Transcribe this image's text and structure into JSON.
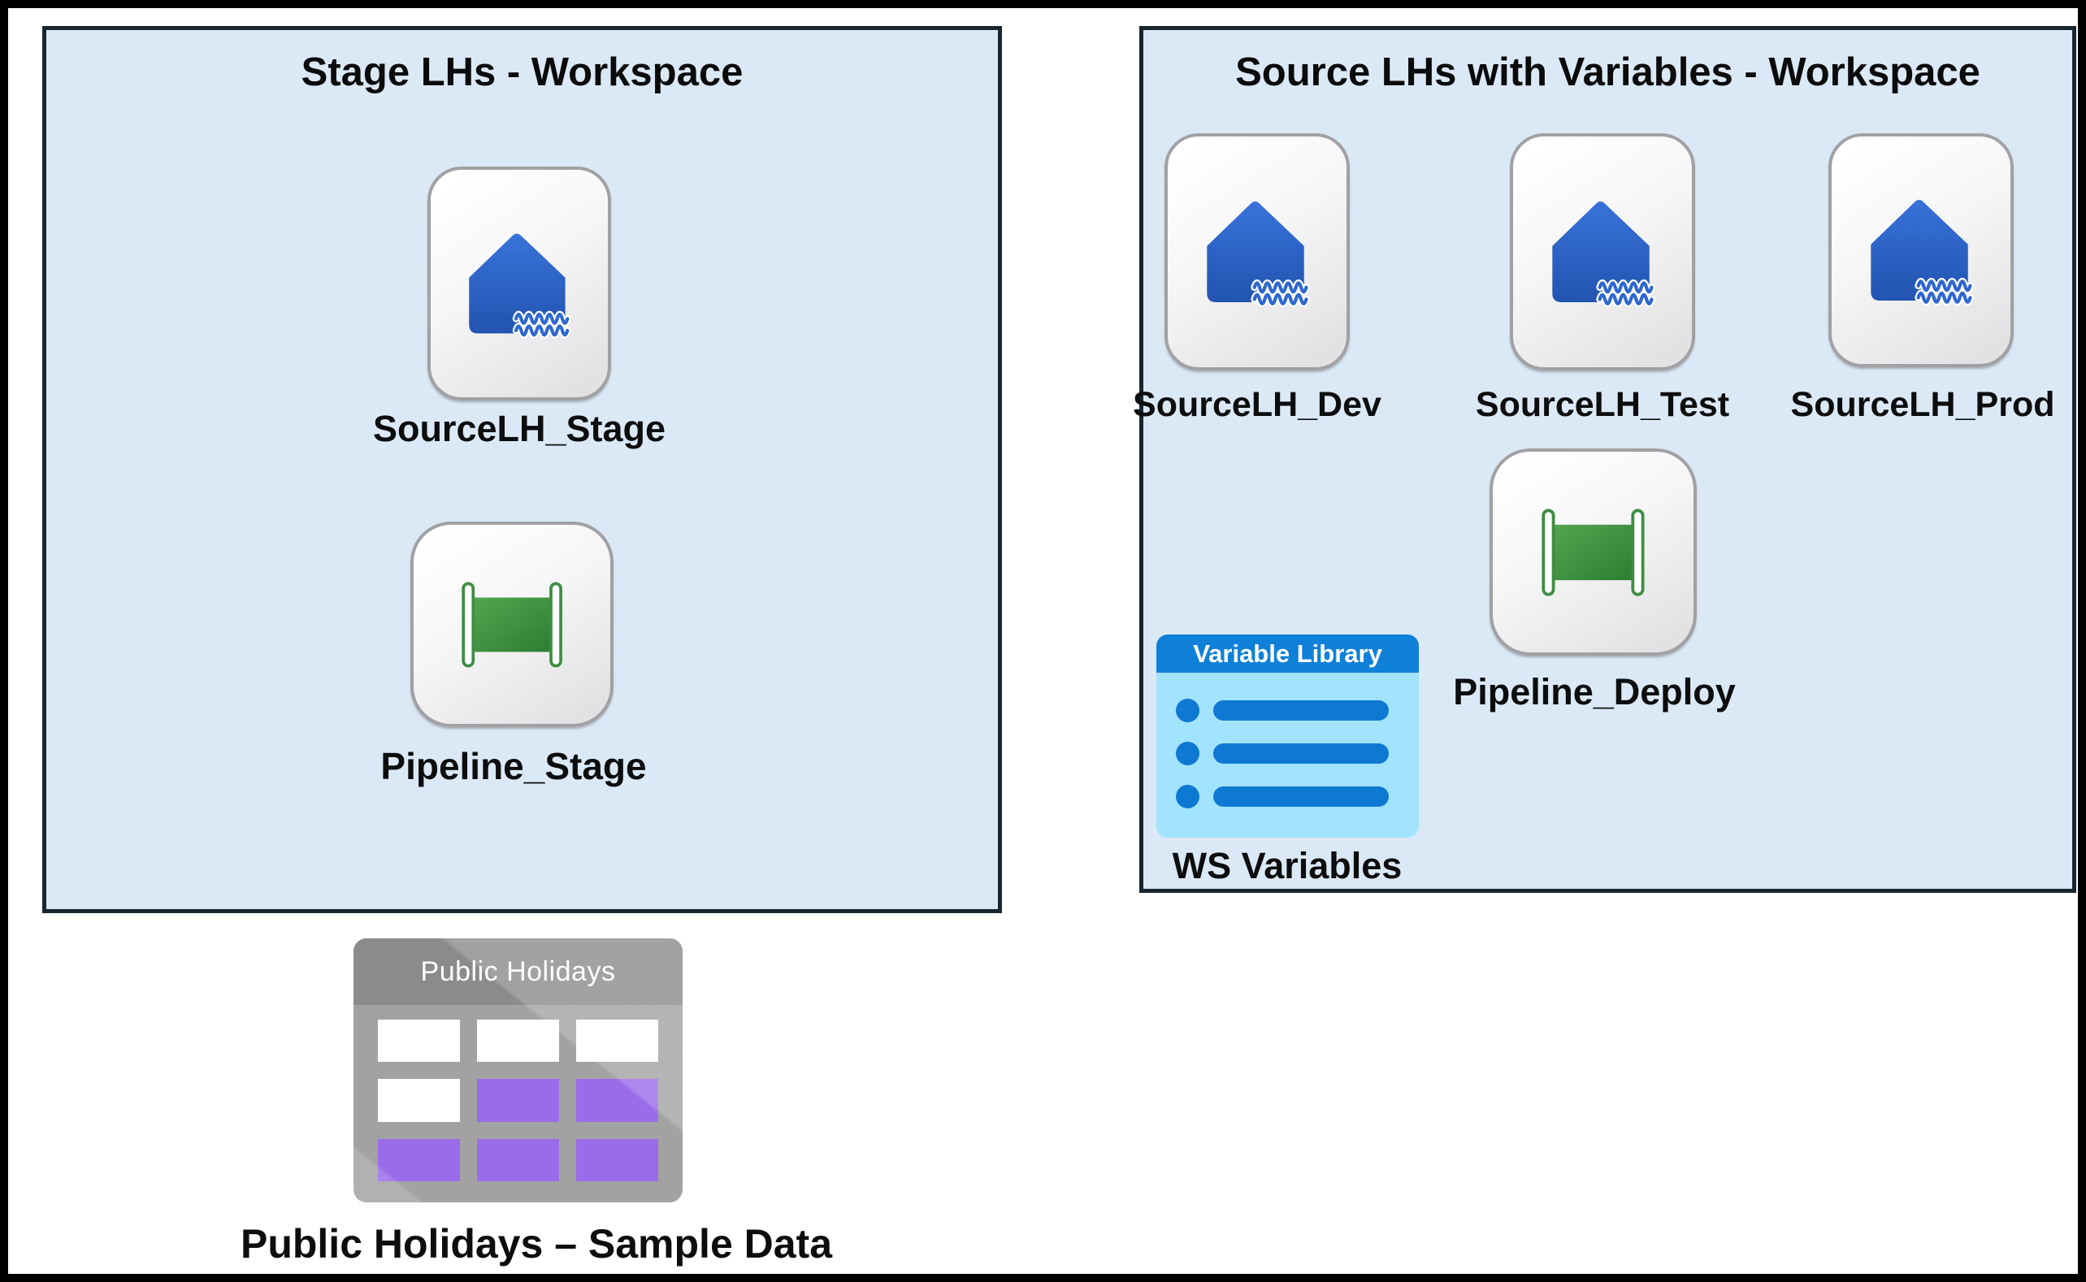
{
  "left_workspace": {
    "title": "Stage LHs - Workspace",
    "items": [
      {
        "type": "lakehouse",
        "label": "SourceLH_Stage"
      },
      {
        "type": "pipeline",
        "label": "Pipeline_Stage"
      }
    ]
  },
  "right_workspace": {
    "title": "Source LHs with Variables - Workspace",
    "lakehouses": [
      {
        "label": "SourceLH_Dev"
      },
      {
        "label": "SourceLH_Test"
      },
      {
        "label": "SourceLH_Prod"
      }
    ],
    "pipeline": {
      "label": "Pipeline_Deploy"
    },
    "variable_library": {
      "icon_header": "Variable Library",
      "label": "WS Variables",
      "row_count": 3
    }
  },
  "sample_data": {
    "icon_header": "Public Holidays",
    "label": "Public Holidays – Sample Data",
    "grid_pattern": [
      [
        "white",
        "white",
        "white"
      ],
      [
        "white",
        "purple",
        "purple"
      ],
      [
        "purple",
        "purple",
        "purple"
      ]
    ]
  },
  "icons": {
    "lakehouse": "house-with-water-waves",
    "pipeline": "pipeline-scroll",
    "variable_library": "list-panel",
    "sample_table": "table-grid"
  },
  "colors": {
    "workspace_fill": "#dbe9f7",
    "workspace_border": "#17262f",
    "lakehouse_blue_top": "#3872da",
    "lakehouse_blue_bottom": "#2254b0",
    "wave_blue": "#2e67cf",
    "pipeline_green_light": "#54a64f",
    "pipeline_green_dark": "#2e7d33",
    "pipeline_outline_green": "#3e8e41",
    "variable_header_blue": "#0f80d8",
    "variable_body_blue": "#a2e3fd",
    "variable_bar_blue": "#0e79d3",
    "table_header_gray": "#8b8b8b",
    "table_body_gray": "#a2a2a2",
    "table_cell_purple": "#9a6ce9",
    "tile_border_gray": "#a1a1a3",
    "page_frame": "#000000"
  }
}
